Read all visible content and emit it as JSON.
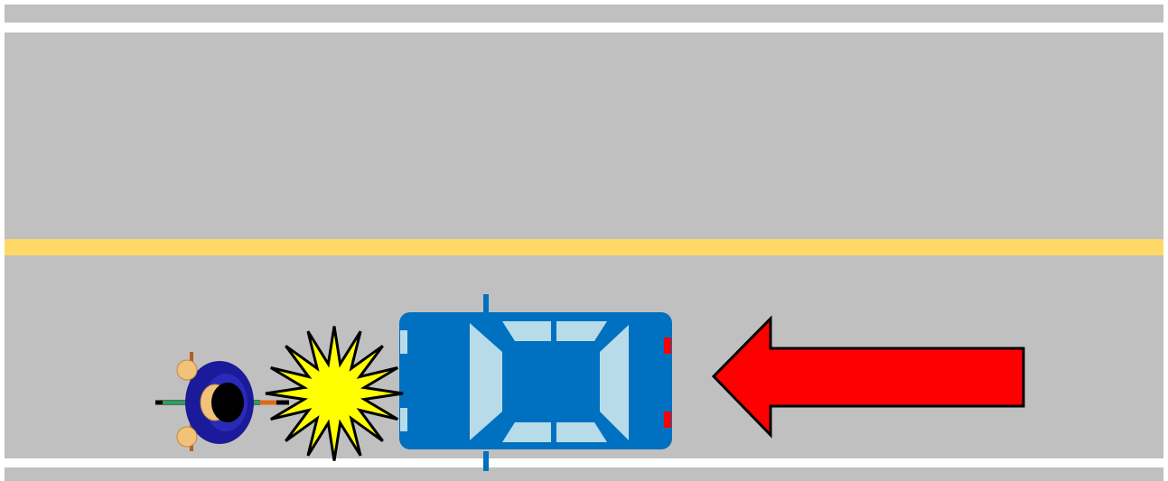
{
  "scene": {
    "road_color": "#c0c0c0",
    "background_color": "#ffffff",
    "center_line_color": "#ffd966",
    "lanes": [
      {
        "name": "upper-lane",
        "direction": "none"
      },
      {
        "name": "lower-lane",
        "direction": "westbound"
      }
    ],
    "vehicle": {
      "type": "car",
      "icon": "car-top-view-icon",
      "body_color": "#0070c0",
      "window_color": "#b7dbe8",
      "tail_light_color": "#ff0000",
      "facing": "left"
    },
    "cyclist": {
      "type": "bicyclist",
      "icon": "bicyclist-top-view-icon",
      "shirt_color": "#1a1a9a",
      "helmet_color": "#000000",
      "facing": "left"
    },
    "impact": {
      "icon": "collision-burst-icon",
      "color": "#ffff00",
      "outline_color": "#000000"
    },
    "motion_arrow": {
      "icon": "direction-arrow-left-icon",
      "color": "#ff0000",
      "outline_color": "#000000",
      "direction": "left"
    }
  }
}
